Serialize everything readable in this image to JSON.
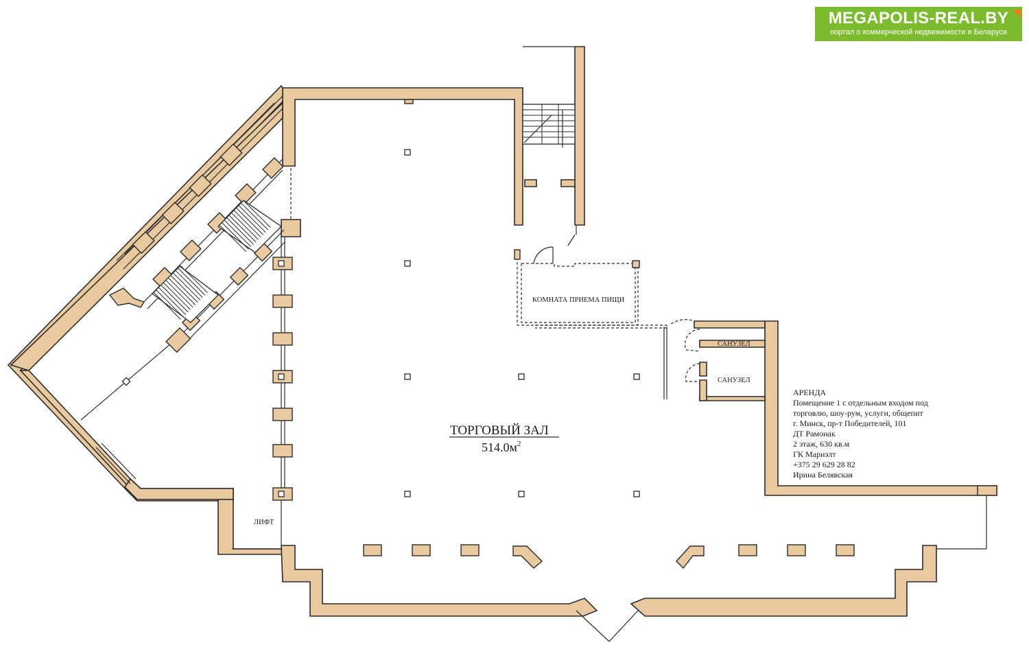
{
  "logo": {
    "name": "MEGAPOLIS-REAL.BY",
    "tagline": "портал о коммерческой недвижимости в Беларуси"
  },
  "plan": {
    "hall_title": "ТОРГОВЫЙ ЗАЛ",
    "hall_area": "514.0м",
    "hall_area_sup": "2",
    "dining_room": "КОМНАТА ПРИЕМА ПИЩИ",
    "wc_1": "САНУЗЕЛ",
    "wc_2": "САНУЗЕЛ",
    "lift": "ЛИФТ"
  },
  "info": {
    "title": "АРЕНДА",
    "line1": "Помещение 1 с отдельным входом под",
    "line2": "торговлю, шоу-рум, услуги, общепит",
    "line3": "г. Минск, пр-т Победителей, 101",
    "line4": "ДТ Рамонак",
    "line5": "2 этаж, 630 кв.м",
    "line6": "ГК Мариэлт",
    "line7": "+375 29 629 28 82",
    "line8": "Ирина Белявская"
  },
  "colors": {
    "wall": "#e9c9a0",
    "logo_bg": "#7dbb2e",
    "logo_accent": "#f07a1e"
  }
}
